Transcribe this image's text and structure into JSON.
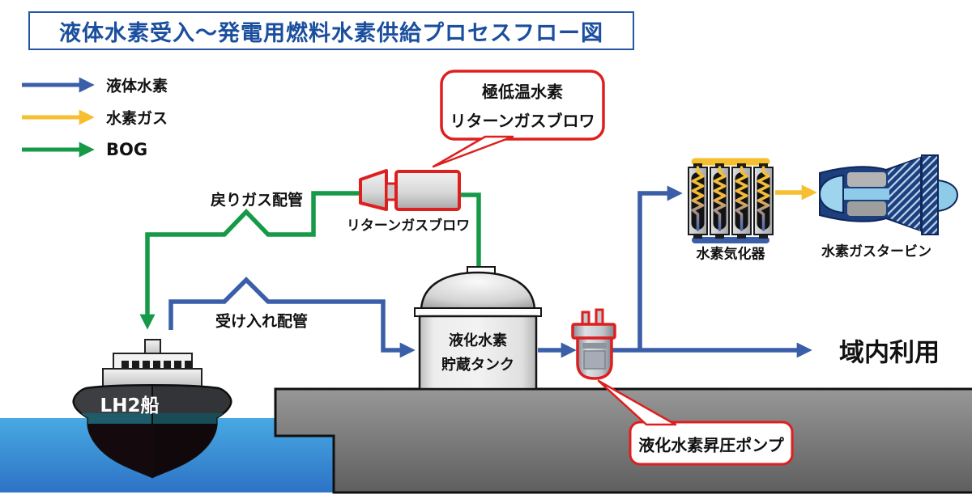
{
  "title": "液体水素受入〜発電用燃料水素供給プロセスフロー図",
  "legend": {
    "items": [
      {
        "id": "liquid-hydrogen",
        "label": "液体水素",
        "color": "#3a5fa8"
      },
      {
        "id": "hydrogen-gas",
        "label": "水素ガス",
        "color": "#f5bf2f"
      },
      {
        "id": "bog",
        "label": "BOG",
        "color": "#169a48"
      }
    ]
  },
  "callouts": {
    "blower": {
      "line1": "極低温水素",
      "line2": "リターンガスブロワ"
    },
    "pump": {
      "text": "液化水素昇圧ポンプ"
    }
  },
  "pipes": {
    "return_gas": "戻りガス配管",
    "receiving": "受け入れ配管"
  },
  "equipment": {
    "blower": "リターンガスブロワ",
    "tank": {
      "line1": "液化水素",
      "line2": "貯蔵タンク"
    },
    "vaporizer": "水素気化器",
    "turbine": "水素ガスタービン",
    "ship": "LH2船"
  },
  "destination": {
    "regional_use": "域内利用"
  },
  "colors": {
    "liquid_hydrogen_line": "#3a5fa8",
    "hydrogen_gas_line": "#f5bf2f",
    "bog_line": "#169a48",
    "highlight_red": "#dd1f1f",
    "title_blue": "#1b4f9e"
  }
}
